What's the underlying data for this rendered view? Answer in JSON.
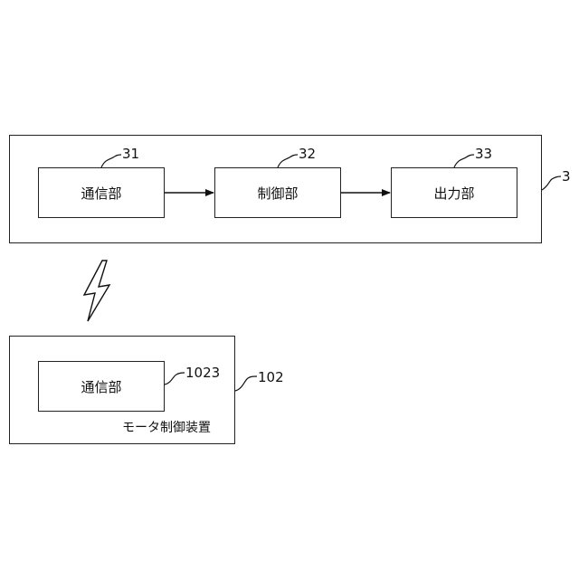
{
  "device3": {
    "ref": "3",
    "units": [
      {
        "name": "通信部",
        "ref": "31"
      },
      {
        "name": "制御部",
        "ref": "32"
      },
      {
        "name": "出力部",
        "ref": "33"
      }
    ]
  },
  "motor_controller": {
    "ref": "102",
    "caption": "モータ制御装置",
    "unit": {
      "name": "通信部",
      "ref": "1023"
    }
  }
}
